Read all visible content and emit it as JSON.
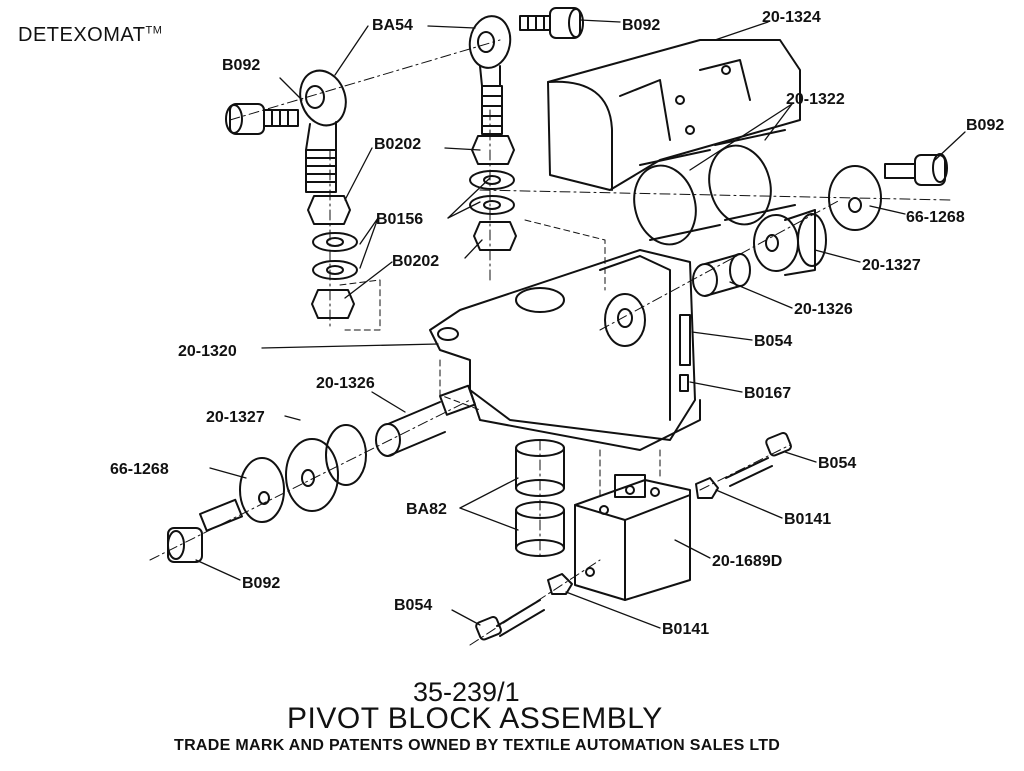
{
  "header": {
    "brand": "DETEXOMAT",
    "trademark": "TM"
  },
  "diagram": {
    "part_number": "35-239/1",
    "title": "PIVOT BLOCK ASSEMBLY",
    "footer": "TRADE MARK AND PATENTS OWNED BY TEXTILE AUTOMATION SALES LTD",
    "labels": {
      "ba54": "BA54",
      "b092_top_left": "B092",
      "b092_top_right": "B092",
      "p20_1324": "20-1324",
      "p20_1322": "20-1322",
      "b092_right": "B092",
      "b0202_top": "B0202",
      "b0156": "B0156",
      "b0202_mid": "B0202",
      "p66_1268_right": "66-1268",
      "p20_1327_right": "20-1327",
      "p20_1326_right": "20-1326",
      "b054_top": "B054",
      "p20_1320": "20-1320",
      "b0167": "B0167",
      "p20_1326_left": "20-1326",
      "p20_1327_left": "20-1327",
      "b054_mid": "B054",
      "p66_1268_left": "66-1268",
      "b0141_top": "B0141",
      "ba82": "BA82",
      "p20_1689d": "20-1689D",
      "b092_bottom": "B092",
      "b054_bottom": "B054",
      "b0141_bottom": "B0141"
    }
  }
}
